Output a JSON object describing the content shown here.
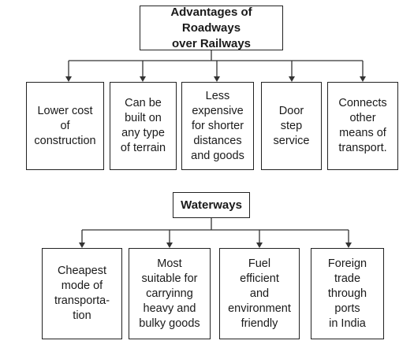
{
  "roadways": {
    "title_line1": "Advantages of Roadways",
    "title_line2": "over Railways",
    "items": [
      [
        "Lower cost",
        "of",
        "construction"
      ],
      [
        "Can be",
        "built on",
        "any type",
        "of terrain"
      ],
      [
        "Less",
        "expensive",
        "for shorter",
        "distances",
        "and goods"
      ],
      [
        "Door",
        "step",
        "service"
      ],
      [
        "Connects",
        "other",
        "means of",
        "transport."
      ]
    ]
  },
  "waterways": {
    "title": "Waterways",
    "items": [
      [
        "Cheapest",
        "mode of",
        "transporta-",
        "tion"
      ],
      [
        "Most",
        "suitable for",
        "carryinng",
        "heavy and",
        "bulky goods"
      ],
      [
        "Fuel",
        "efficient",
        "and",
        "environment",
        "friendly"
      ],
      [
        "Foreign",
        "trade",
        "through",
        "ports",
        "in India"
      ]
    ]
  }
}
